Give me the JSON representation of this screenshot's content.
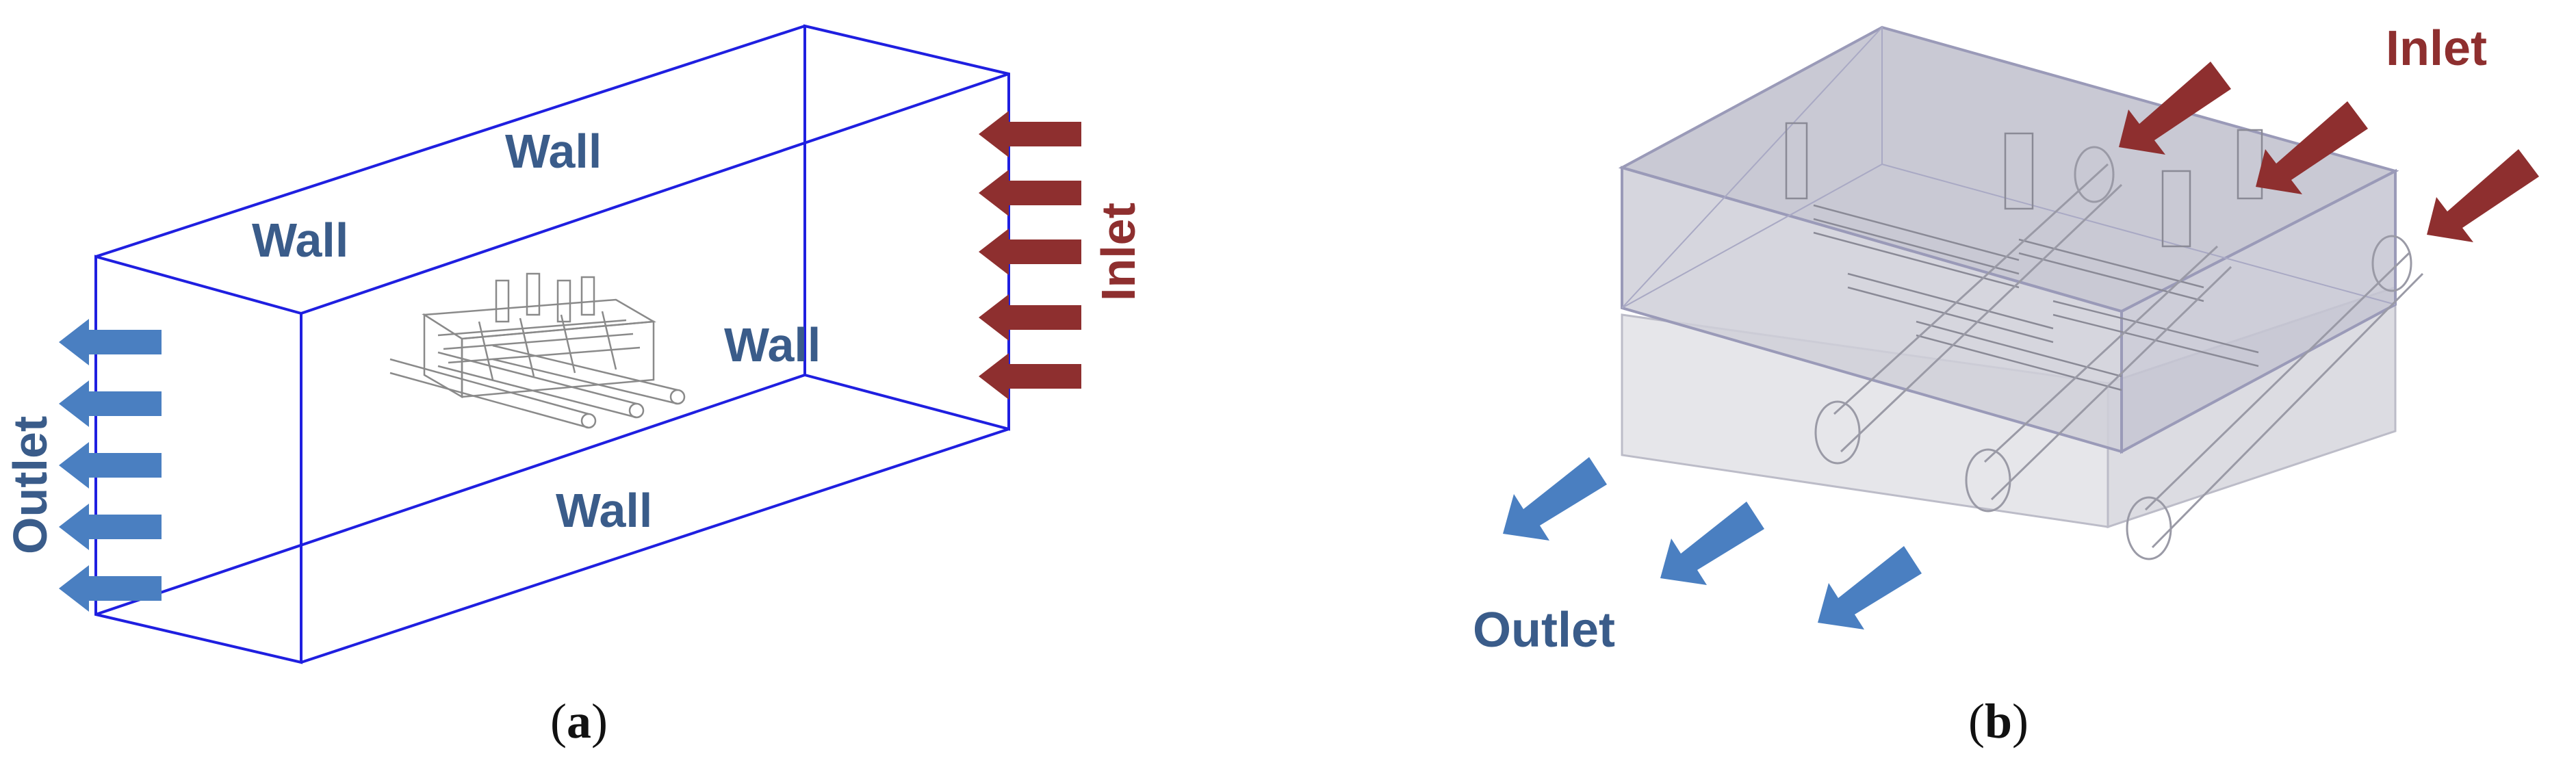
{
  "panel_a": {
    "walls": [
      "Wall",
      "Wall",
      "Wall",
      "Wall"
    ],
    "outlet": "Outlet",
    "inlet": "Inlet",
    "caption_letter": "a"
  },
  "panel_b": {
    "inlet": "Inlet",
    "outlet": "Outlet",
    "caption_letter": "b"
  },
  "colors": {
    "wall_text": "#3a5c8a",
    "inlet": "#8e2f2f",
    "outlet_arrow": "#4a7fc1",
    "domain_edges": "#1f1fe0"
  }
}
